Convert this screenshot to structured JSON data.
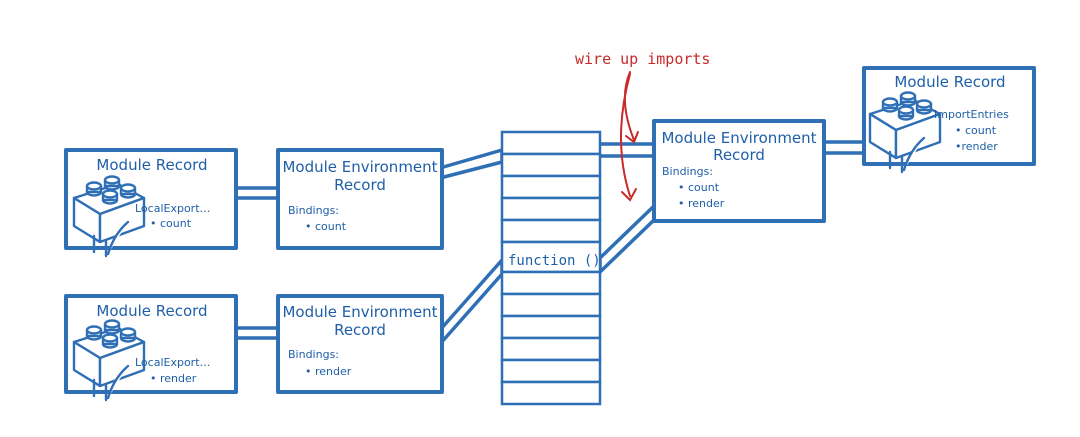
{
  "module_record_1": {
    "title": "Module Record",
    "entries_label": "LocalExport…",
    "entries": [
      "• count"
    ]
  },
  "module_env_1": {
    "title_line1": "Module Environment",
    "title_line2": "Record",
    "bindings_label": "Bindings:",
    "bindings": [
      "• count"
    ]
  },
  "module_record_2": {
    "title": "Module Record",
    "entries_label": "LocalExport…",
    "entries": [
      "• render"
    ]
  },
  "module_env_2": {
    "title_line1": "Module Environment",
    "title_line2": "Record",
    "bindings_label": "Bindings:",
    "bindings": [
      "• render"
    ]
  },
  "module_env_3": {
    "title_line1": "Module Environment",
    "title_line2": "Record",
    "bindings_label": "Bindings:",
    "bindings": [
      "• count",
      "• render"
    ]
  },
  "module_record_3": {
    "title": "Module Record",
    "entries_label": "ImportEntries",
    "entries": [
      "• count",
      "•render"
    ]
  },
  "memory": {
    "function_label": "function ()"
  },
  "annotation": {
    "text": "wire up imports"
  },
  "colors": {
    "diagram_blue": "#2f6fb6",
    "annotation_red": "#c92a2a"
  }
}
